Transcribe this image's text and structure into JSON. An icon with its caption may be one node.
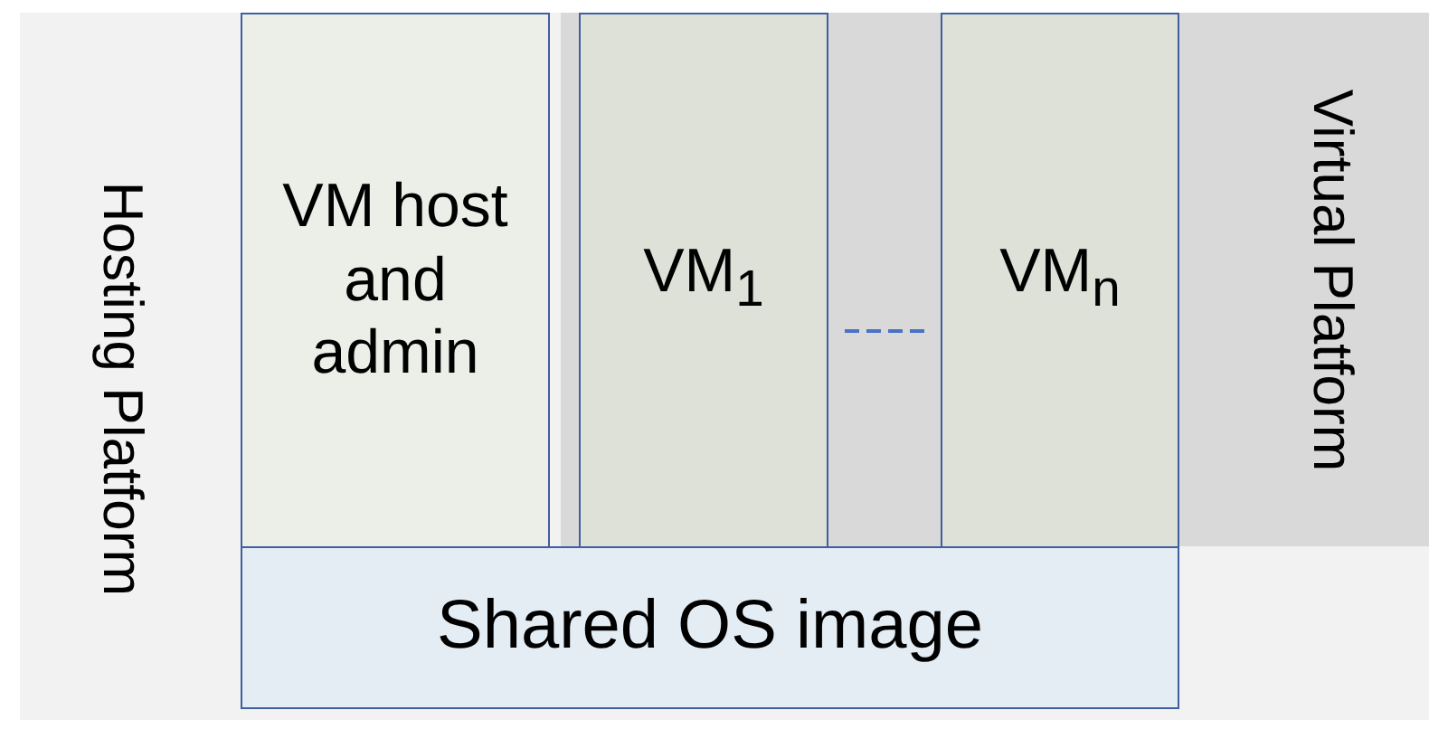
{
  "diagram": {
    "nodes": [
      {
        "text": [
          "Hosting Platform"
        ]
      },
      {
        "text": [
          "Virtual Platform"
        ],
        "in": 0
      },
      {
        "text": [
          "VM host and admin"
        ],
        "in": 0
      },
      {
        "text": [
          "VM$_{1}$"
        ],
        "in": 1
      },
      {
        "text": [
          "VM$_{n}$"
        ],
        "in": 1
      },
      {
        "text": [
          "Shared OS image"
        ],
        "in": 0
      }
    ]
  }
}
